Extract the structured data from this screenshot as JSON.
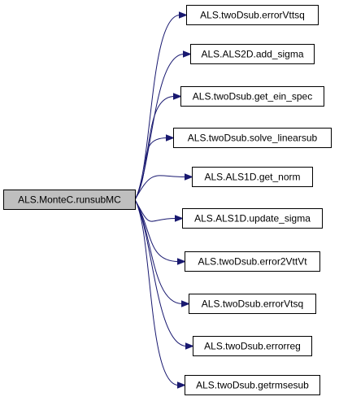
{
  "graph": {
    "root": {
      "label": "ALS.MonteC.runsubMC"
    },
    "callees": [
      {
        "label": "ALS.twoDsub.errorVttsq"
      },
      {
        "label": "ALS.ALS2D.add_sigma"
      },
      {
        "label": "ALS.twoDsub.get_ein_spec"
      },
      {
        "label": "ALS.twoDsub.solve_linearsub"
      },
      {
        "label": "ALS.ALS1D.get_norm"
      },
      {
        "label": "ALS.ALS1D.update_sigma"
      },
      {
        "label": "ALS.twoDsub.error2VttVt"
      },
      {
        "label": "ALS.twoDsub.errorVtsq"
      },
      {
        "label": "ALS.twoDsub.errorreg"
      },
      {
        "label": "ALS.twoDsub.getrmsesub"
      }
    ],
    "colors": {
      "edge": "#191970",
      "root_fill": "#bfbfbf",
      "node_fill": "#ffffff",
      "border": "#000000"
    }
  }
}
